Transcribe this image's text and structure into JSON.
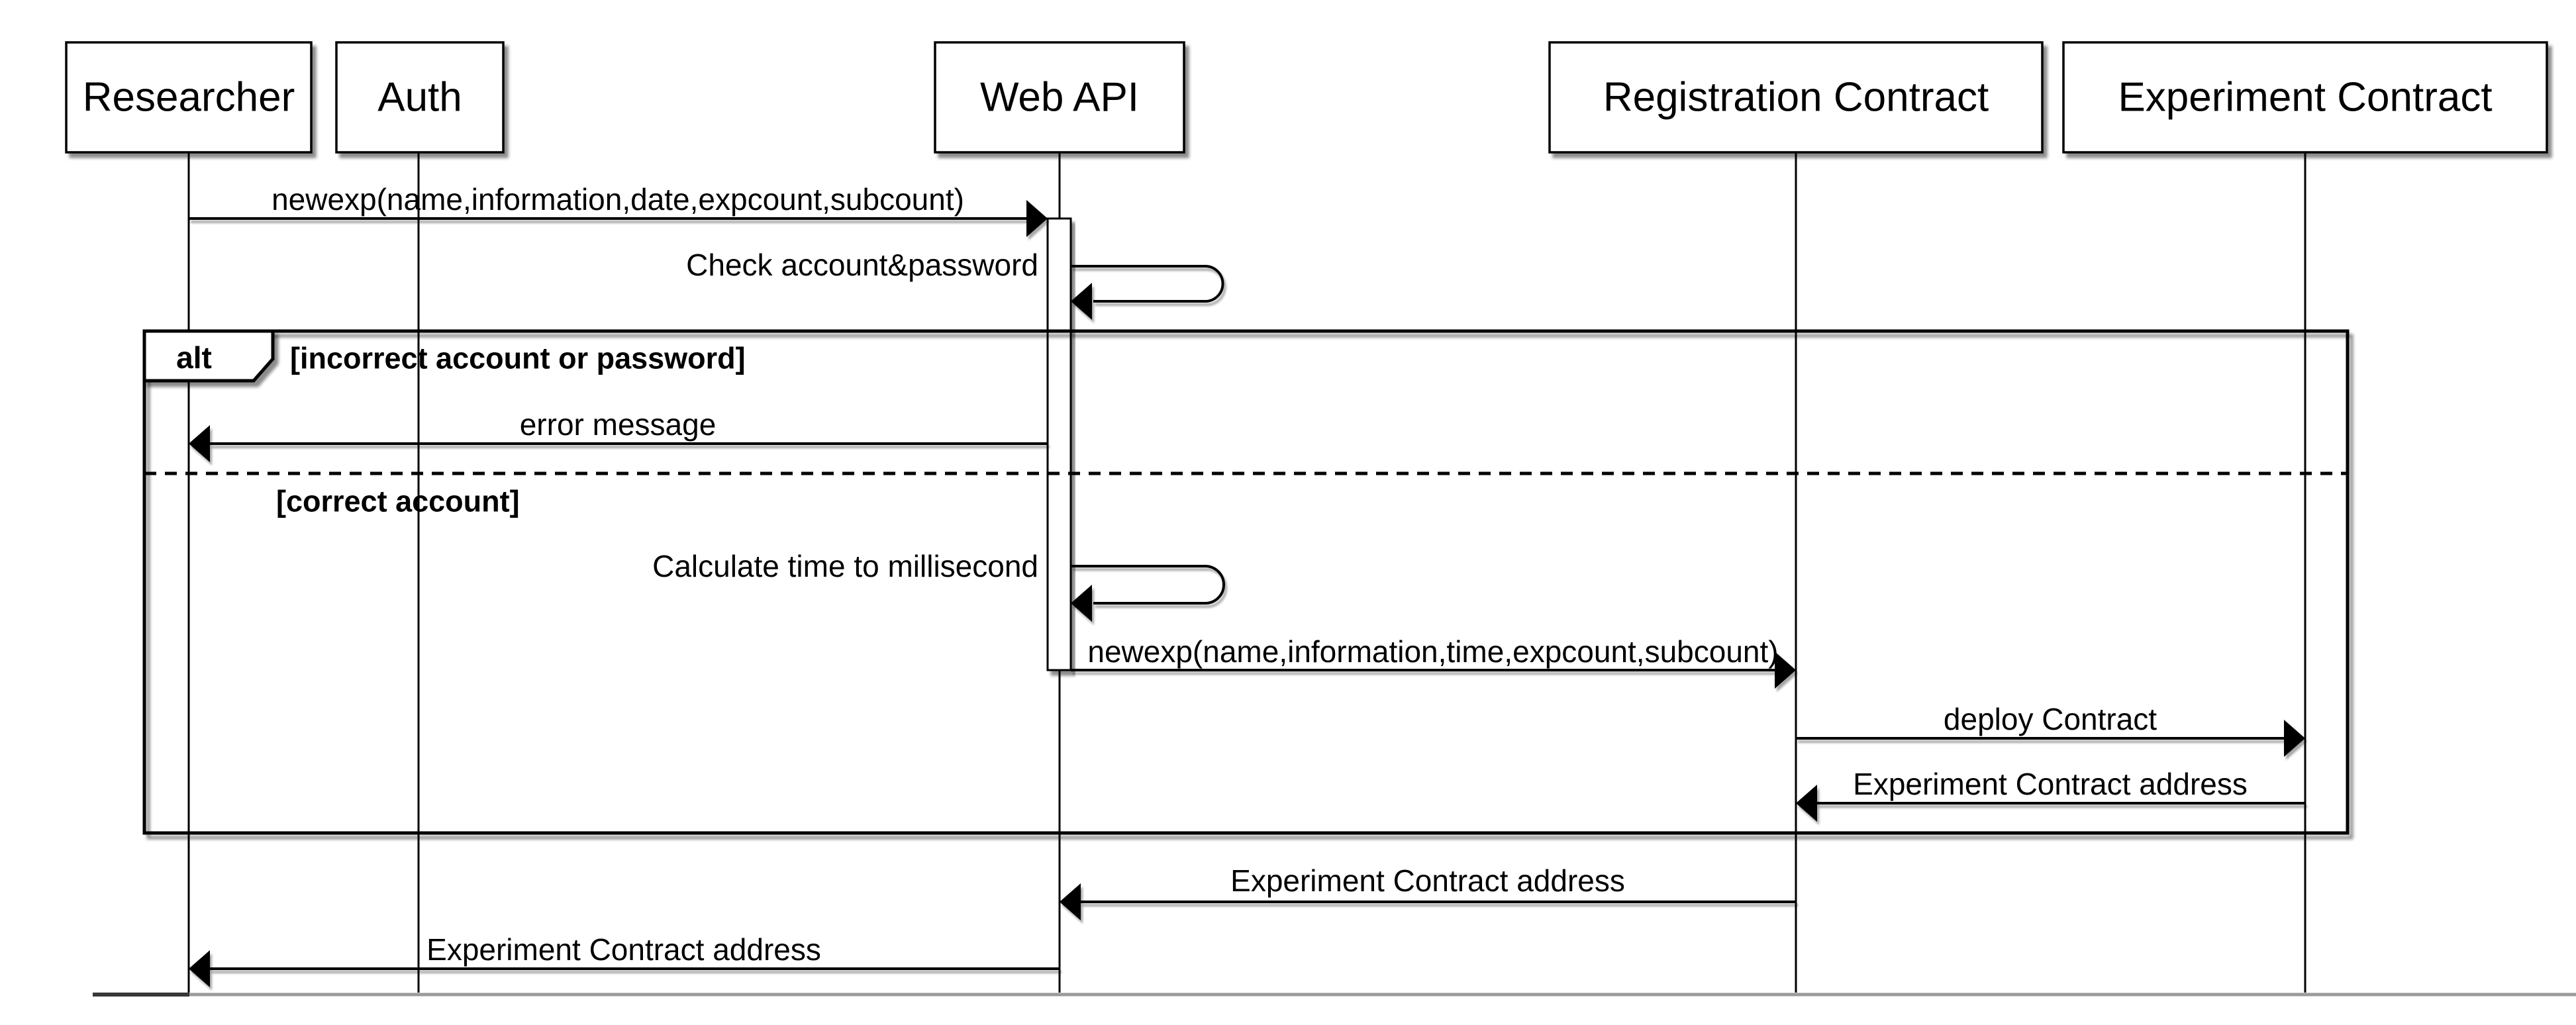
{
  "diagram": {
    "kind": "uml-sequence-diagram",
    "participants": [
      {
        "name": "Researcher"
      },
      {
        "name": "Auth"
      },
      {
        "name": "Web API"
      },
      {
        "name": "Registration Contract"
      },
      {
        "name": "Experiment Contract"
      }
    ],
    "messages": {
      "newexp_date": "newexp(name,information,date,expcount,subcount)",
      "check_account": "Check account&password",
      "error_message": "error message",
      "calc_time": "Calculate time to millisecond",
      "newexp_time": "newexp(name,information,time,expcount,subcount)",
      "deploy_contract": "deploy Contract",
      "exp_addr_inner": "Experiment Contract address",
      "exp_addr_mid": "Experiment Contract address",
      "exp_addr_final": "Experiment Contract address"
    },
    "alt_frame": {
      "operator": "alt",
      "condition_incorrect": "[incorrect account or password]",
      "condition_correct": "[correct account]"
    },
    "colors": {
      "line": "#000000",
      "background": "#ffffff",
      "bottom_rule_gray": "#9a9a9a",
      "bottom_rule_dark": "#383838"
    }
  }
}
